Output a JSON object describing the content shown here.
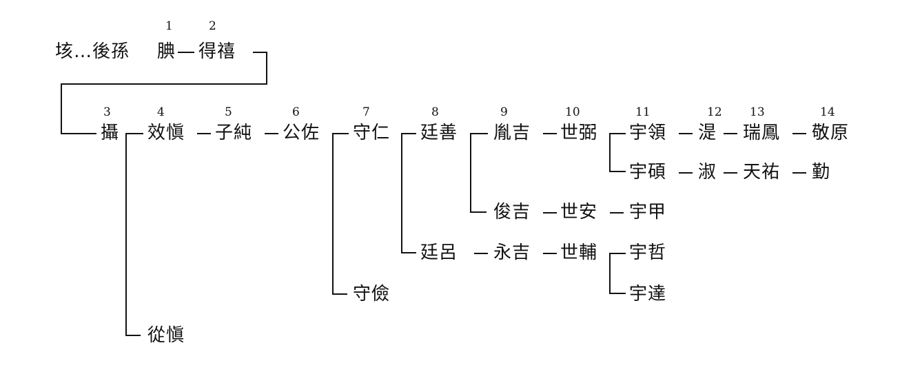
{
  "genealogy": {
    "header": {
      "prefix": "垓…後孫",
      "names": [
        "腆",
        "得禧"
      ],
      "generations": [
        "1",
        "2"
      ]
    },
    "generations": [
      "3",
      "4",
      "5",
      "6",
      "7",
      "8",
      "9",
      "10",
      "11",
      "12",
      "13",
      "14"
    ],
    "people": {
      "p3": "攝",
      "p4": "效愼",
      "p4b": "從愼",
      "p5": "子純",
      "p6": "公佐",
      "p7": "守仁",
      "p7b": "守儉",
      "p8": "廷善",
      "p8b": "廷呂",
      "p9": "胤吉",
      "p9b": "俊吉",
      "p9c": "永吉",
      "p10": "世弼",
      "p10b": "世安",
      "p10c": "世輔",
      "p11": "宇領",
      "p11b": "宇碩",
      "p11c": "宇甲",
      "p11d": "宇哲",
      "p11e": "宇達",
      "p12": "湜",
      "p12b": "淑",
      "p13": "瑞鳳",
      "p13b": "天祐",
      "p14": "敬原",
      "p14b": "勤"
    }
  }
}
